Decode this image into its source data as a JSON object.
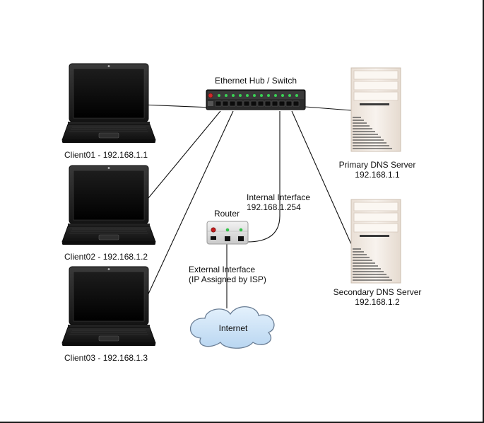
{
  "hub": {
    "label": "Ethernet Hub / Switch"
  },
  "clients": [
    {
      "label": "Client01 - 192.168.1.1"
    },
    {
      "label": "Client02 - 192.168.1.2"
    },
    {
      "label": "Client03 - 192.168.1.3"
    }
  ],
  "servers": [
    {
      "name": "Primary DNS Server",
      "ip": "192.168.1.1"
    },
    {
      "name": "Secondary DNS Server",
      "ip": "192.168.1.2"
    }
  ],
  "router": {
    "label": "Router",
    "internal_interface": "Internal Interface",
    "internal_ip": "192.168.1.254",
    "external_interface": "External Interface",
    "external_note": "(IP Assigned by ISP)"
  },
  "internet": {
    "label": "Internet"
  },
  "colors": {
    "cable": "#111111",
    "hub_body": "#2b2b2b",
    "hub_led": "#39d353",
    "hub_power_led": "#d12a2a",
    "server_body": "#f4ede6",
    "cloud_fill": "#cfe4f7",
    "cloud_stroke": "#6a7e95"
  }
}
